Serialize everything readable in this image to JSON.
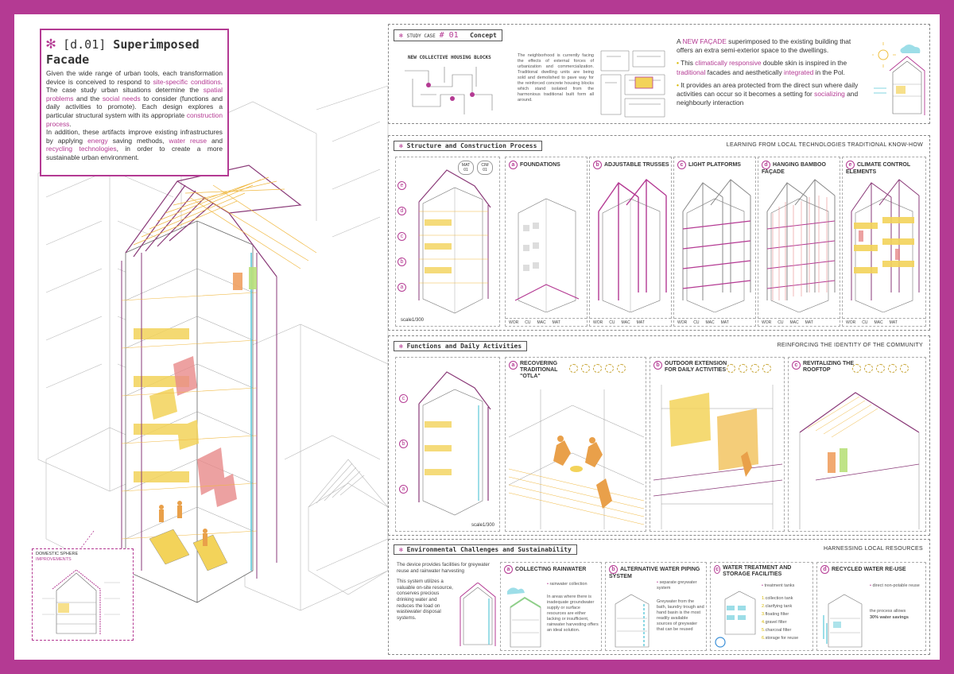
{
  "colors": {
    "accent": "#b43a93",
    "highlight": "#f3d35a",
    "bamboo": "#e7b24c",
    "water": "#5bc8d8"
  },
  "intro": {
    "code": "[d.01]",
    "title": "Superimposed Facade",
    "p1a": "Given the wide range of urban tools, each transformation device is conceived to respond to ",
    "p1b": "site-specific conditions",
    "p1c": ". The case study urban situations determine the ",
    "p1d": "spatial problems",
    "p1e": " and the ",
    "p1f": "social needs",
    "p1g": " to consider (functions and daily activities to promote). Each design explores a particular structural system with its appropriate ",
    "p1h": "construction process",
    "p1i": ".",
    "p2a": "In addition, these artifacts improve existing infrastructures by applying ",
    "p2b": "energy",
    "p2c": " saving methods, ",
    "p2d": "water reuse",
    "p2e": " and ",
    "p2f": "recycling technologies",
    "p2g": ", in order to create a more sustainable urban environment."
  },
  "inset": {
    "title1": "DOMESTIC SPHERE",
    "title2": "IMPROVEMENTS"
  },
  "concept": {
    "tag": "STUDY CASE",
    "number": "# 01",
    "label": "Concept",
    "map_title": "NEW COLLECTIVE HOUSING BLOCKS",
    "body": "The neighborhood is currently facing the effects of external forces of urbanization and commercialization. Traditional dwelling units are being sold and demolished to pave way for the reinforced concrete housing blocks which stand isolated from the harmonious traditional built form all around.",
    "lead_a": "A ",
    "lead_b": "NEW FAÇADE",
    "lead_c": " superimposed to the existing building that offers an extra semi-exterior space to the dwellings.",
    "b1a": "This ",
    "b1b": "climatically responsive",
    "b1c": " double skin is inspired in the ",
    "b1d": "traditional",
    "b1e": " facades and aesthetically ",
    "b1f": "integrated",
    "b1g": " in the Pol.",
    "b2a": "It provides an area protected from the direct sun where daily activities can occur so it becomes a setting for ",
    "b2b": "socializing",
    "b2c": " and neighbourly interaction"
  },
  "structure": {
    "title": "Structure and Construction Process",
    "right": "LEARNING FROM LOCAL TECHNOLOGIES TRADITIONAL KNOW-HOW",
    "scale": "scale1/300",
    "mat1": "MAT 01",
    "cim1": "CIM 01",
    "steps": [
      {
        "letter": "a",
        "label": "FOUNDATIONS"
      },
      {
        "letter": "b",
        "label": "ADJUSTABLE TRUSSES"
      },
      {
        "letter": "c",
        "label": "LIGHT PLATFORMS"
      },
      {
        "letter": "d",
        "label": "HANGING BAMBOO FAÇADE"
      },
      {
        "letter": "e",
        "label": "CLIMATE CONTROL ELEMENTS"
      }
    ],
    "codes": [
      "WOR",
      "CU",
      "MAC",
      "MAT"
    ]
  },
  "functions": {
    "title": "Functions and Daily Activities",
    "right": "REINFORCING THE IDENTITY OF THE COMMUNITY",
    "scale": "scale1/300",
    "items": [
      {
        "letter": "a",
        "label1": "RECOVERING",
        "label2": "TRADITIONAL",
        "label3": "\"OTLA\""
      },
      {
        "letter": "b",
        "label1": "OUTDOOR EXTENSION",
        "label2": "FOR DAILY ACTIVITIES",
        "label3": ""
      },
      {
        "letter": "c",
        "label1": "REVITALIZING THE",
        "label2": "ROOFTOP",
        "label3": ""
      }
    ]
  },
  "environment": {
    "title": "Environmental Challenges and Sustainability",
    "right": "HARNESSING LOCAL RESOURCES",
    "intro1": "The device provides facilities for greywater reuse and rainwater harvesting",
    "intro2": "This system utilizes a valuable on-site resource, conserves precious drinking water and reduces the load on wastewater disposal systems.",
    "items": [
      {
        "letter": "a",
        "label": "COLLECTING RAINWATER",
        "note": "rainwater collection",
        "text": "In areas where there is inadequate groundwater supply or surface resources are either lacking or insufficient, rainwater harvesting offers an ideal solution."
      },
      {
        "letter": "b",
        "label": "ALTERNATIVE WATER PIPING SYSTEM",
        "note": "separate greywater system",
        "text": "Greywater from the bath, laundry trough and hand basin is the most readily available sources of greywater that can be reused"
      },
      {
        "letter": "c",
        "label": "WATER TREATMENT AND STORAGE FACILITIES",
        "note": "treatment tanks",
        "text": ""
      },
      {
        "letter": "d",
        "label": "RECYCLED WATER RE-USE",
        "note": "direct non-potable reuse",
        "text": ""
      }
    ],
    "tanks": [
      "collection tank",
      "clarifying tank",
      "floating filter",
      "gravel filter",
      "charcoal filter",
      "storage for reuse"
    ],
    "savings1": "the process allows",
    "savings2": "30% water savings"
  }
}
